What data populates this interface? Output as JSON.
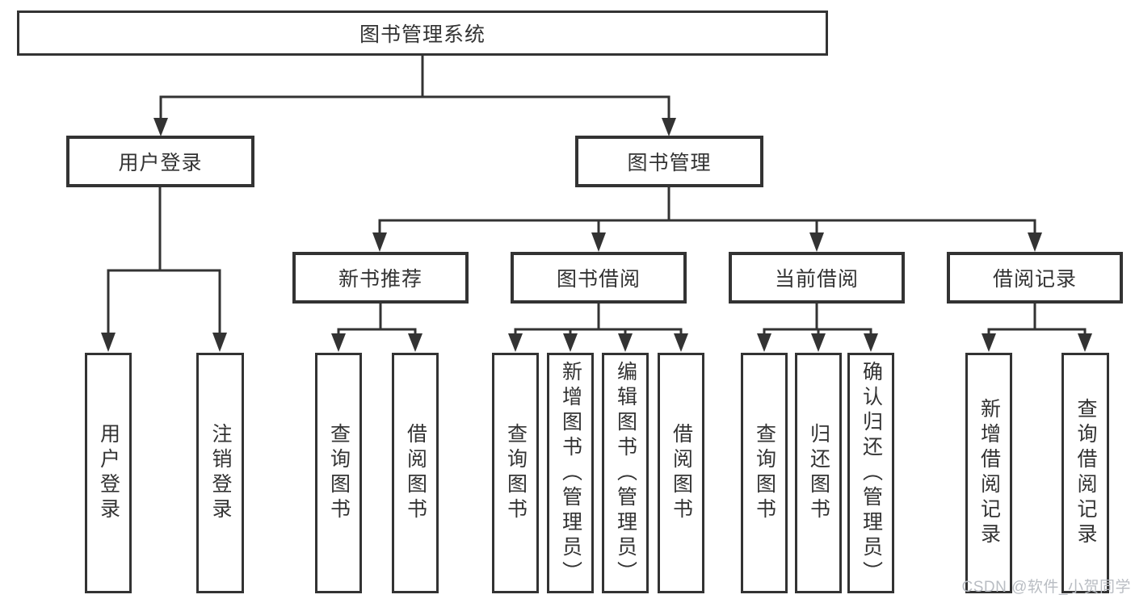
{
  "colors": {
    "line": "#333333",
    "border": "#333333",
    "text": "#333333",
    "watermark": "#b9bdc3",
    "background": "#ffffff"
  },
  "watermark": {
    "text": "CSDN @软件_小贺同学"
  },
  "diagram": {
    "root": "图书管理系统",
    "branches": [
      {
        "label": "用户登录",
        "children": [
          "用户登录",
          "注销登录"
        ]
      },
      {
        "label": "图书管理",
        "groups": [
          {
            "label": "新书推荐",
            "children": [
              "查询图书",
              "借阅图书"
            ]
          },
          {
            "label": "图书借阅",
            "children": [
              "查询图书",
              "新增图书（管理员）",
              "编辑图书（管理员）",
              "借阅图书"
            ]
          },
          {
            "label": "当前借阅",
            "children": [
              "查询图书",
              "归还图书",
              "确认归还（管理员）"
            ]
          },
          {
            "label": "借阅记录",
            "children": [
              "新增借阅记录",
              "查询借阅记录"
            ]
          }
        ]
      }
    ]
  }
}
